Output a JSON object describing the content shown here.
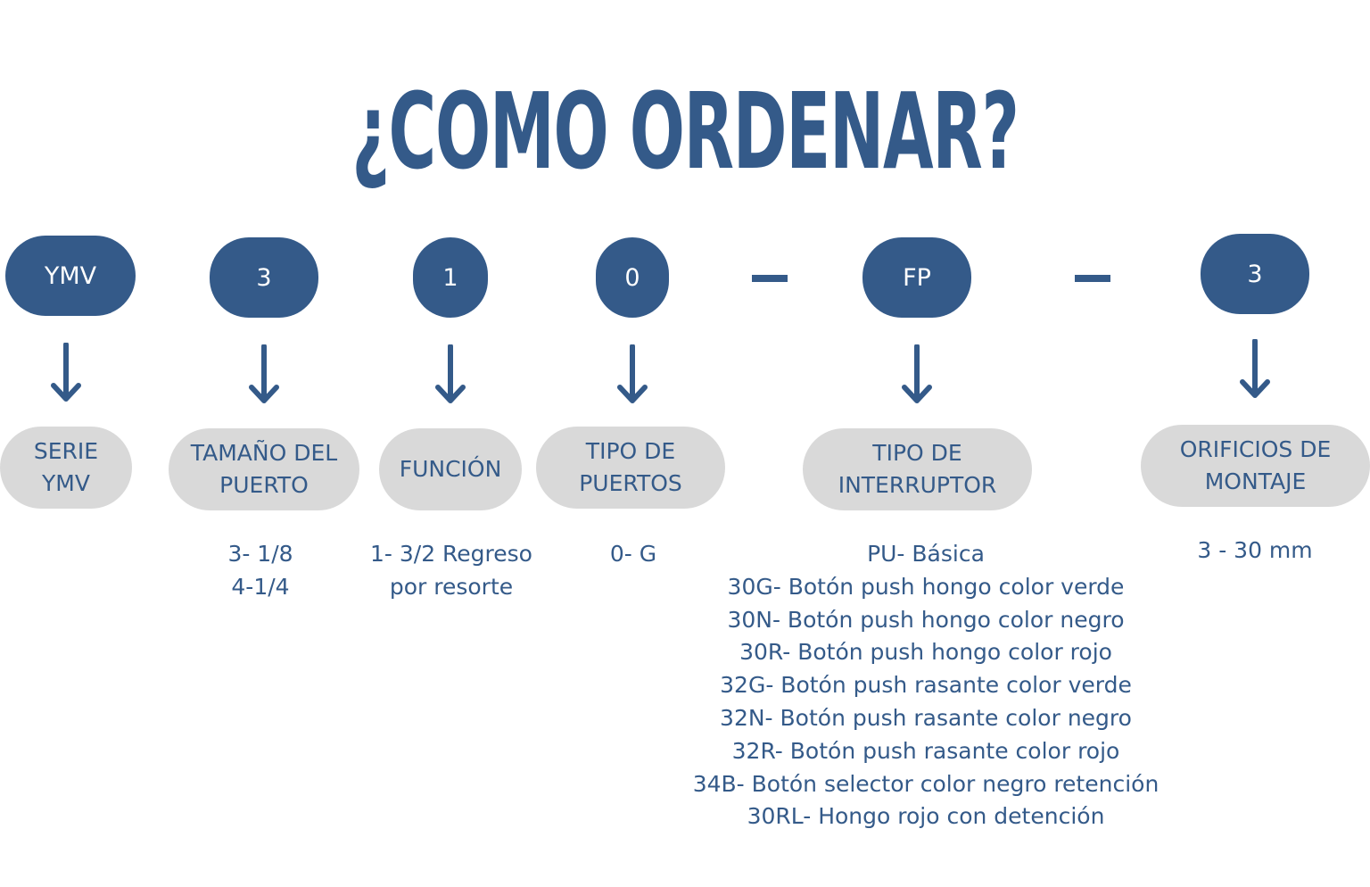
{
  "title": "¿COMO ORDENAR?",
  "colors": {
    "primary": "#345a89",
    "label_bg": "#d9d9d9",
    "background": "#ffffff"
  },
  "separators": [
    "—",
    "—"
  ],
  "segments": [
    {
      "code": "YMV",
      "label": "SERIE\nYMV",
      "options": []
    },
    {
      "code": "3",
      "label": "TAMAÑO DEL\nPUERTO",
      "options": [
        "3- 1/8",
        "4-1/4"
      ]
    },
    {
      "code": "1",
      "label": "FUNCIÓN",
      "options": [
        "1- 3/2 Regreso",
        "por resorte"
      ]
    },
    {
      "code": "0",
      "label": "TIPO DE\nPUERTOS",
      "options": [
        "0- G"
      ]
    },
    {
      "code": "FP",
      "label": "TIPO DE\nINTERRUPTOR",
      "options": [
        "PU- Básica",
        "30G- Botón push hongo color verde",
        "30N- Botón push hongo color negro",
        "30R- Botón push hongo color rojo",
        "32G- Botón push rasante color verde",
        "32N- Botón push rasante color negro",
        "32R- Botón push rasante color rojo",
        "34B- Botón selector color negro retención",
        "30RL- Hongo rojo con detención"
      ]
    },
    {
      "code": "3",
      "label": "ORIFICIOS DE\nMONTAJE",
      "options": [
        "3 - 30 mm"
      ]
    }
  ]
}
